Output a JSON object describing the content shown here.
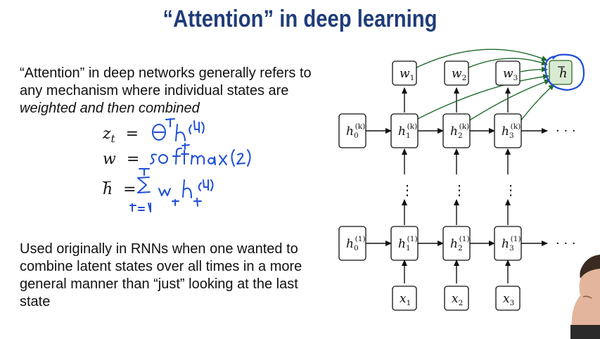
{
  "slide": {
    "title": "“Attention” in deep learning",
    "para1_a": "“Attention” in deep networks generally refers to any mechanism where individual states are ",
    "para1_em": "weighted and then combined",
    "para2": "Used originally in RNNs when one wanted to combine latent states over all times in a more general manner than “just” looking at the last state"
  },
  "equations": {
    "lhs1": "z",
    "lhs1_sub": "t",
    "lhs2": "w",
    "lhs3": "h",
    "eq": "="
  },
  "handwriting": {
    "line1": "θᵀ hₜ⁽ᵏ⁾",
    "line2": "softmax(z)",
    "line3": "Σ wₜ hₜ⁽ᵏ⁾"
  },
  "diagram": {
    "w_nodes": [
      {
        "base": "w",
        "sub": "1"
      },
      {
        "base": "w",
        "sub": "2"
      },
      {
        "base": "w",
        "sub": "3"
      }
    ],
    "top_row": [
      {
        "base": "h",
        "sub": "0",
        "sup": "(k)"
      },
      {
        "base": "h",
        "sub": "1",
        "sup": "(k)"
      },
      {
        "base": "h",
        "sub": "2",
        "sup": "(k)"
      },
      {
        "base": "h",
        "sub": "3",
        "sup": "(k)"
      }
    ],
    "bottom_row": [
      {
        "base": "h",
        "sub": "0",
        "sup": "(1)"
      },
      {
        "base": "h",
        "sub": "1",
        "sup": "(1)"
      },
      {
        "base": "h",
        "sub": "2",
        "sup": "(1)"
      },
      {
        "base": "h",
        "sub": "3",
        "sup": "(1)"
      }
    ],
    "x_nodes": [
      {
        "base": "x",
        "sub": "1"
      },
      {
        "base": "x",
        "sub": "2"
      },
      {
        "base": "x",
        "sub": "3"
      }
    ],
    "hbar_label": "h",
    "ellipsis": "· · ·",
    "vdots": "⋮",
    "colors": {
      "green_arrow": "#1f6b2a",
      "hbar_fill": "#d8ead2",
      "hbar_stroke": "#4a7d3d",
      "ink_blue": "#1e4fd8",
      "title_blue": "#1f3c7a"
    }
  }
}
